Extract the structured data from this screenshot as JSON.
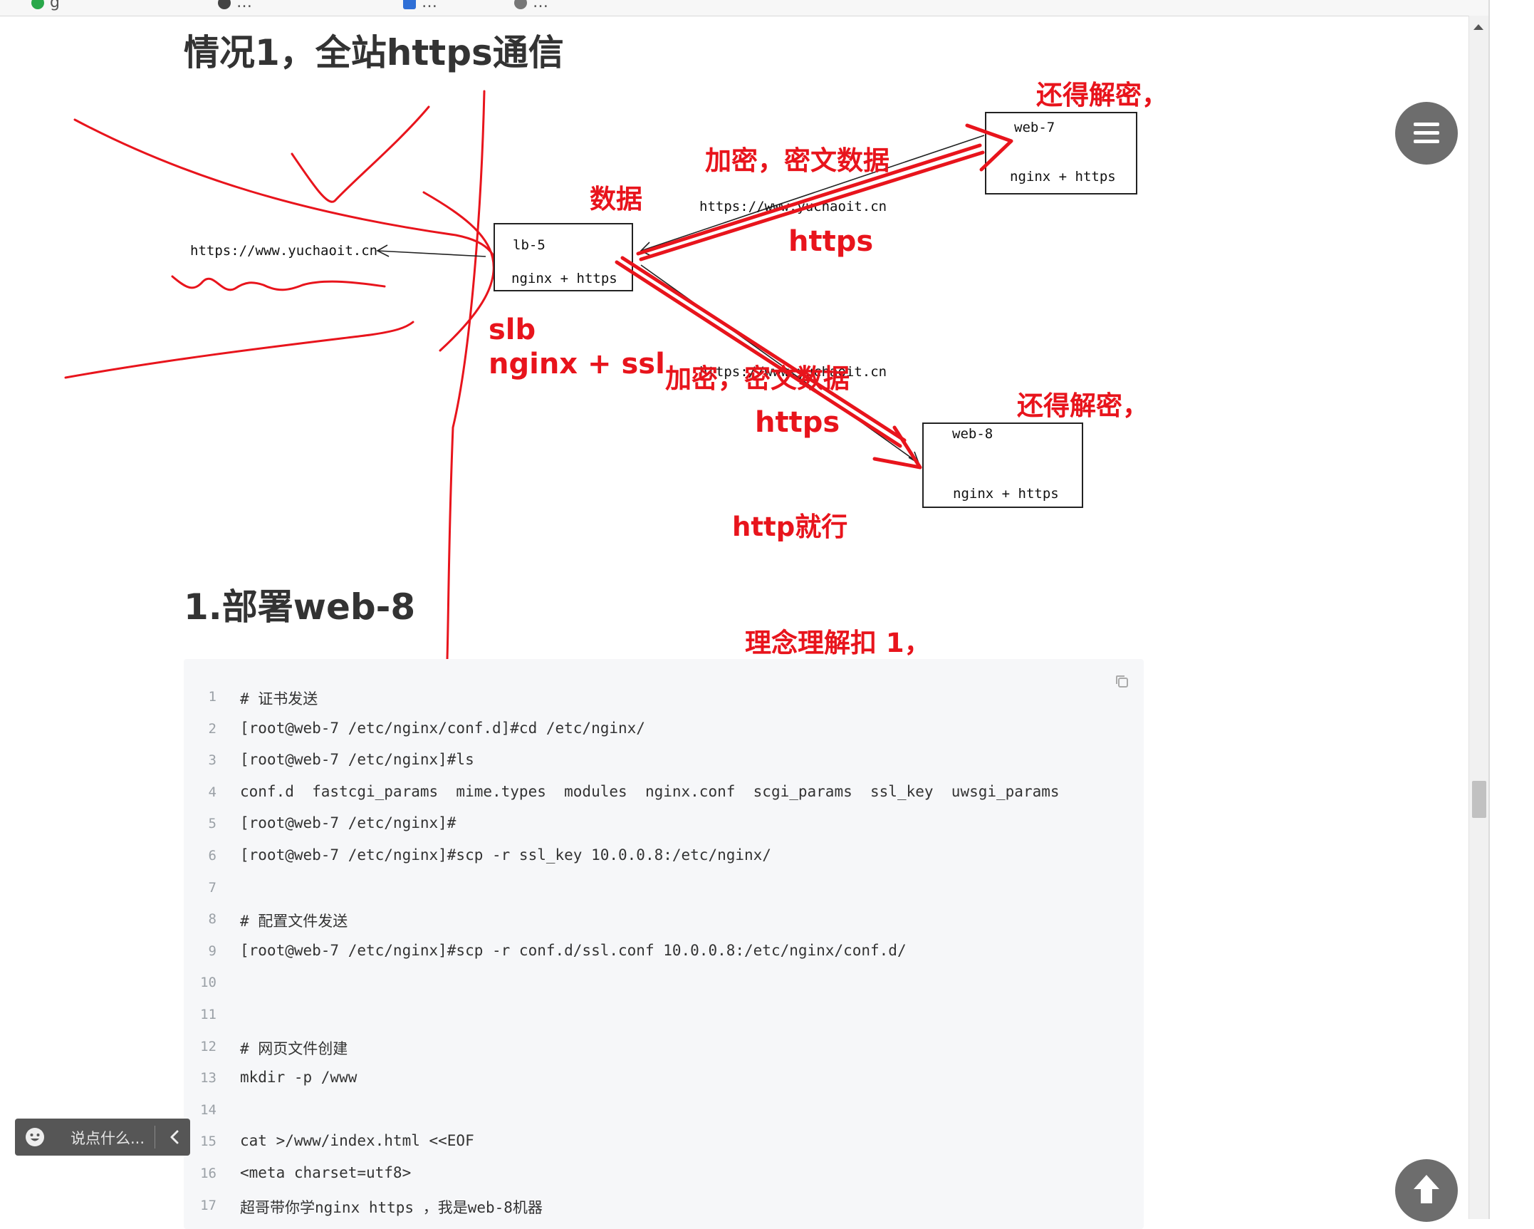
{
  "bookmarks": [
    "g",
    "…",
    "…",
    "…"
  ],
  "headings": {
    "section_title": "情况1，全站https通信",
    "deploy_title": "1.部署web-8"
  },
  "diagram": {
    "client_url": "https://www.yuchaoit.cn",
    "lb": {
      "name": "lb-5",
      "stack": "nginx + https"
    },
    "web7": {
      "name": "web-7",
      "stack": "nginx + https"
    },
    "web8": {
      "name": "web-8",
      "stack": "nginx + https"
    },
    "link_url_upper": "https://www.yuchaoit.cn",
    "link_url_lower": "https://www.yuchaoit.cn",
    "annotations": {
      "data": "数据",
      "encrypt_upper": "加密，密文数据",
      "https_upper": "https",
      "decrypt_upper": "还得解密，",
      "slb": "slb",
      "nginx_ssl": "nginx + ssl",
      "encrypt_lower": "加密，密文数据",
      "https_lower": "https",
      "decrypt_lower": "还得解密，",
      "http_ok": "http就行",
      "concept": "理念理解扣 1，"
    }
  },
  "code": {
    "lines": [
      {
        "n": "1",
        "t": "# 证书发送"
      },
      {
        "n": "2",
        "t": "[root@web-7 /etc/nginx/conf.d]#cd /etc/nginx/"
      },
      {
        "n": "3",
        "t": "[root@web-7 /etc/nginx]#ls"
      },
      {
        "n": "4",
        "t": "conf.d  fastcgi_params  mime.types  modules  nginx.conf  scgi_params  ssl_key  uwsgi_params"
      },
      {
        "n": "5",
        "t": "[root@web-7 /etc/nginx]#"
      },
      {
        "n": "6",
        "t": "[root@web-7 /etc/nginx]#scp -r ssl_key 10.0.0.8:/etc/nginx/"
      },
      {
        "n": "7",
        "t": ""
      },
      {
        "n": "8",
        "t": "# 配置文件发送"
      },
      {
        "n": "9",
        "t": "[root@web-7 /etc/nginx]#scp -r conf.d/ssl.conf 10.0.0.8:/etc/nginx/conf.d/"
      },
      {
        "n": "10",
        "t": ""
      },
      {
        "n": "11",
        "t": ""
      },
      {
        "n": "12",
        "t": "# 网页文件创建"
      },
      {
        "n": "13",
        "t": "mkdir -p /www"
      },
      {
        "n": "14",
        "t": ""
      },
      {
        "n": "15",
        "t": "cat >/www/index.html <<EOF"
      },
      {
        "n": "16",
        "t": "<meta charset=utf8>"
      },
      {
        "n": "17",
        "t": "超哥带你学nginx https ，我是web-8机器"
      }
    ]
  },
  "chat": {
    "placeholder": "说点什么..."
  },
  "icons": {
    "copy": "copy-icon",
    "menu": "menu-icon",
    "back_to_top": "arrow-up-icon",
    "emoji": "smiley-icon",
    "collapse": "chevron-left-icon"
  },
  "colors": {
    "annotation": "#e8141c",
    "fab": "#6d6d6d",
    "code_bg": "#f6f7f9"
  }
}
